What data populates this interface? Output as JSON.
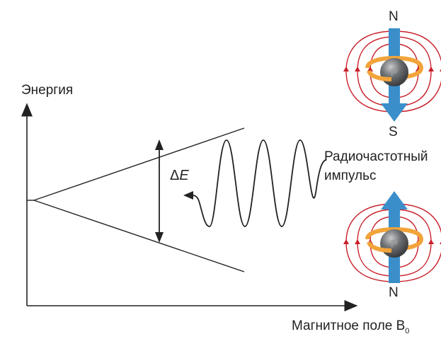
{
  "axes": {
    "y_label": "Энергия",
    "x_label": "Магнитное поле B",
    "x_label_subscript": "0"
  },
  "splitting": {
    "delta_symbol": "Δ",
    "delta_var": "E"
  },
  "pulse": {
    "line1": "Радиочастотный",
    "line2": "импульс"
  },
  "spins": {
    "top": {
      "north": "N",
      "south": "S",
      "particle": "P"
    },
    "bottom": {
      "north": "N",
      "particle": "P"
    }
  },
  "colors": {
    "field_lines": "#c8202a",
    "spin_arrow": "#3a8fcb",
    "rotation_arrow": "#f2a43a",
    "particle": "#5a5d60"
  }
}
